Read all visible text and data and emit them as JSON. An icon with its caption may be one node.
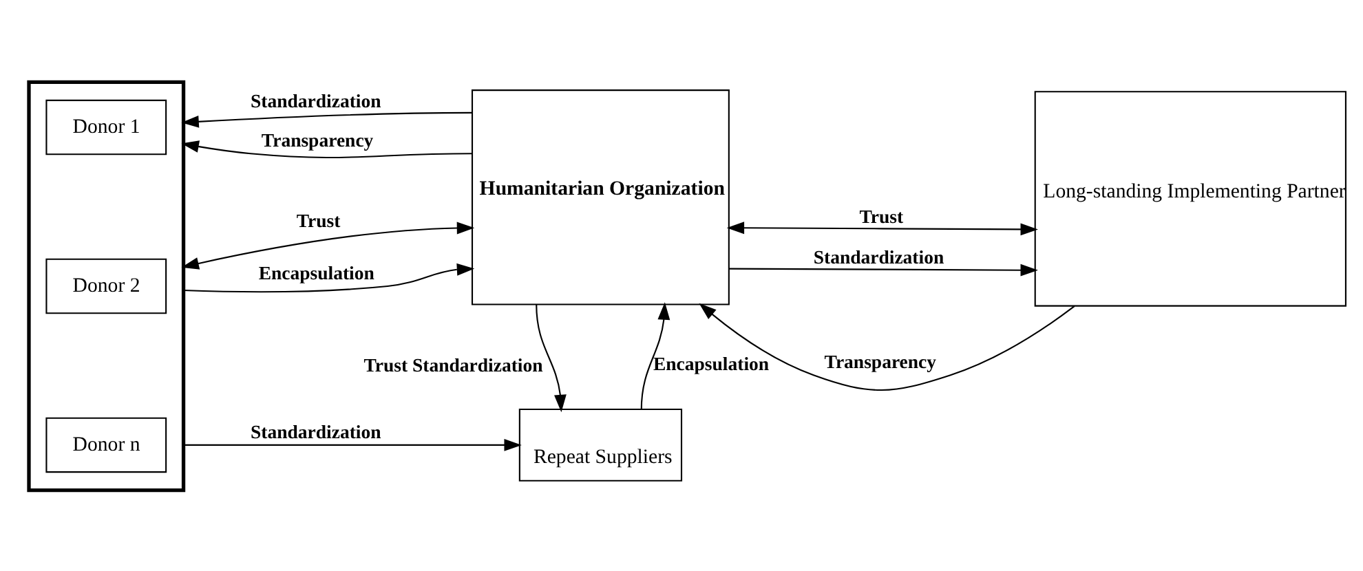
{
  "diagram": {
    "nodes": [
      {
        "text": [],
        "shape": "box"
      },
      {
        "text": [
          "Donor 1"
        ],
        "in": 0
      },
      {
        "text": [
          "Donor 2"
        ],
        "in": 0
      },
      {
        "text": [
          "Donor n"
        ],
        "in": 0
      },
      {
        "text": [
          "Humanitarian Organization"
        ]
      },
      {
        "text": [
          "Long-standing Implementing Partner"
        ]
      },
      {
        "text": [
          "Repeat Suppliers"
        ]
      }
    ],
    "edges": [
      {
        "from": 4,
        "to": 0,
        "arrow": "to",
        "label": "Standardization"
      },
      {
        "from": 4,
        "to": 0,
        "arrow": "to",
        "label": "Transparency"
      },
      {
        "from": 0,
        "to": 4,
        "arrow": "both",
        "label": "Trust"
      },
      {
        "from": 0,
        "to": 4,
        "arrow": "to",
        "label": "Encapsulation"
      },
      {
        "from": 5,
        "to": 4,
        "arrow": "to",
        "label": "Transparency"
      },
      {
        "from": 4,
        "to": 5,
        "arrow": "both",
        "label": "Trust"
      },
      {
        "from": 4,
        "to": 5,
        "arrow": "to",
        "label": "Standardization"
      },
      {
        "from": 4,
        "to": 6,
        "arrow": "to",
        "label": "Trust Standardization"
      },
      {
        "from": 6,
        "to": 4,
        "arrow": "to",
        "label": "Encapsulation"
      },
      {
        "from": 0,
        "to": 6,
        "arrow": "to",
        "label": "Standardization"
      }
    ]
  }
}
